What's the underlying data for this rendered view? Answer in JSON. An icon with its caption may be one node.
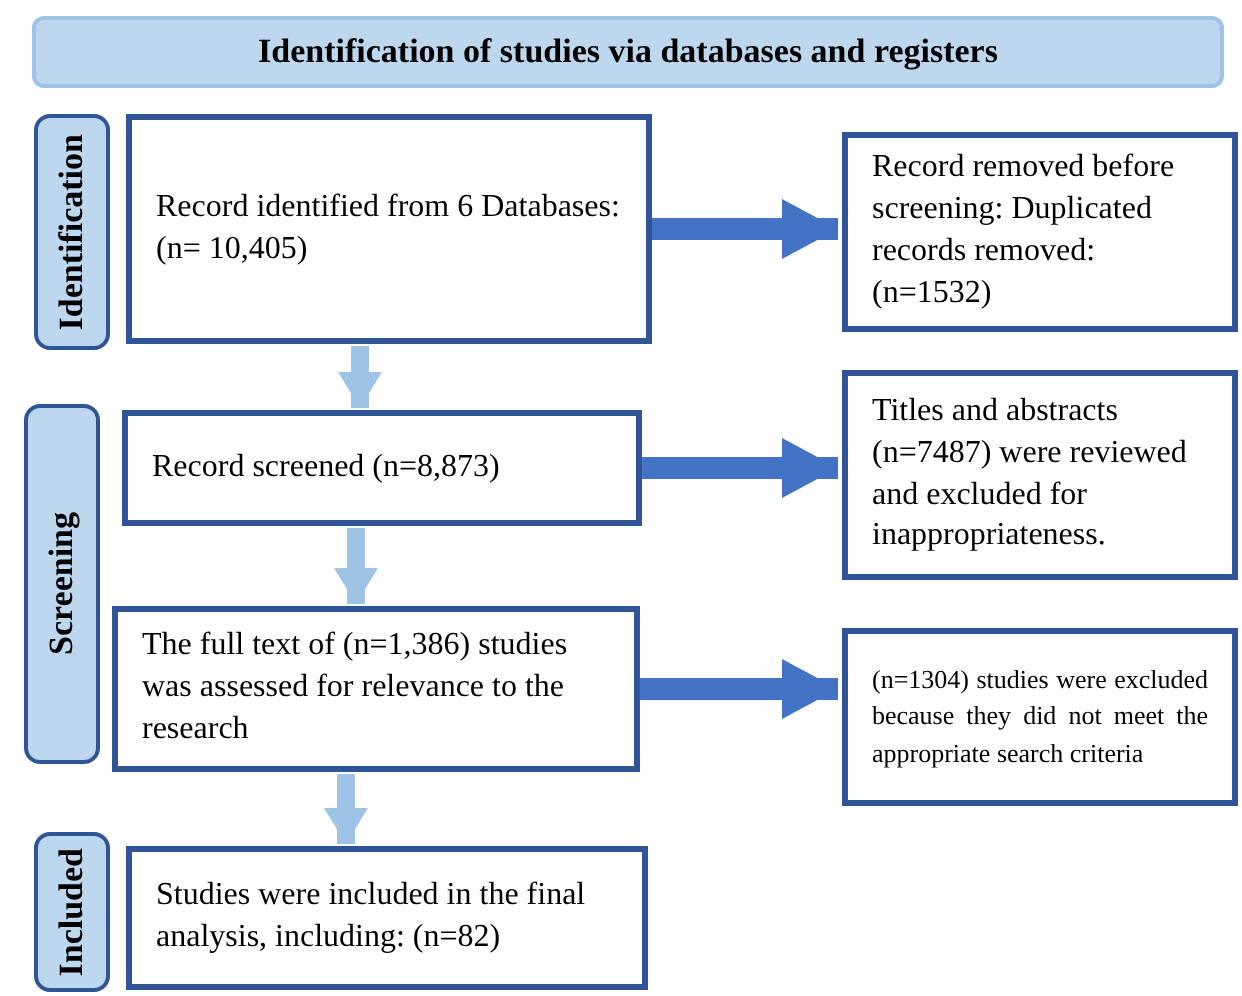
{
  "diagram": {
    "nodes": [
      {
        "text": [
          "Identification of studies via databases and registers"
        ]
      },
      {
        "text": [
          "Identification"
        ]
      },
      {
        "text": [
          "Record identified from 6 Databases: (n= 10,405)"
        ]
      },
      {
        "text": [
          "Record removed before screening: Duplicated records removed: (n=1532)"
        ]
      },
      {
        "text": [
          "Screening"
        ]
      },
      {
        "text": [
          "Record screened (n=8,873)"
        ]
      },
      {
        "text": [
          "Titles and abstracts (n=7487) were reviewed and excluded for inappropriateness."
        ]
      },
      {
        "text": [
          "The full text of (n=1,386) studies was assessed for relevance to the research"
        ]
      },
      {
        "text": [
          "(n=1304) studies were excluded because they did not meet the appropriate search criteria"
        ]
      },
      {
        "text": [
          "Included"
        ]
      },
      {
        "text": [
          "Studies were included in the final analysis, including: (n=82)"
        ]
      }
    ],
    "edges": [
      {
        "from": 2,
        "to": 3,
        "arrow": "to"
      },
      {
        "from": 2,
        "to": 5,
        "arrow": "to",
        "color": "#9dc3e6"
      },
      {
        "from": 5,
        "to": 6,
        "arrow": "to"
      },
      {
        "from": 5,
        "to": 7,
        "arrow": "to",
        "color": "#9dc3e6"
      },
      {
        "from": 7,
        "to": 8,
        "arrow": "to"
      },
      {
        "from": 7,
        "to": 10,
        "arrow": "to",
        "color": "#9dc3e6"
      }
    ]
  }
}
